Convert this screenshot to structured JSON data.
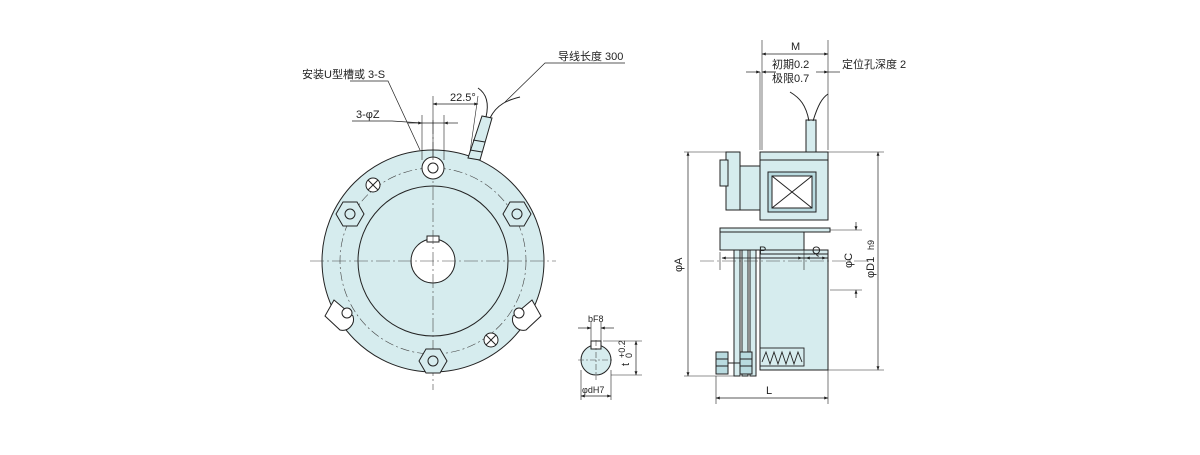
{
  "colors": {
    "fill": "#d6ecee",
    "fill_dark": "#b9dbe0",
    "line": "#222222",
    "center": "#444444"
  },
  "front_view": {
    "u_slot_label": "安装U型槽或 3-S",
    "hole_label": "3-φZ",
    "angle_label": "22.5°",
    "lead_label": "导线长度 300"
  },
  "keyway_view": {
    "width_label": "bF8",
    "depth_label": "t",
    "depth_tol_upper": "+0.2",
    "depth_tol_lower": "0",
    "bore_label": "φdH7"
  },
  "side_view": {
    "m_label": "M",
    "initial_gap_label": "初期0.2",
    "limit_gap_label": "极限0.7",
    "locating_hole_label": "定位孔深度 2",
    "a_label": "φA",
    "p_label": "P",
    "q_label": "Q",
    "c_label": "φC",
    "d1_label": "φD1",
    "d1_tol": "h9",
    "l_label": "L"
  }
}
